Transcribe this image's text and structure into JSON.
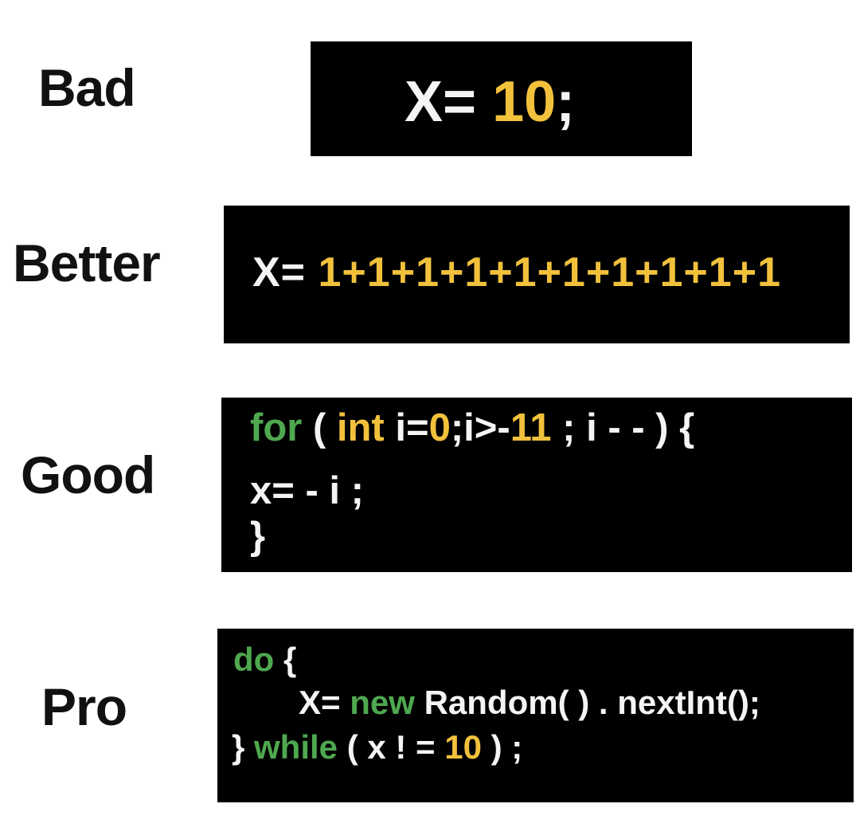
{
  "rows": [
    {
      "label": "Bad",
      "code": [
        {
          "w1": "X= ",
          "y1": "10",
          "w2": ";"
        }
      ]
    },
    {
      "label": "Better",
      "code": [
        {
          "w1": "X= ",
          "y1": "1+1+1+1+1+1+1+1+1+1"
        }
      ]
    },
    {
      "label": "Good",
      "code": [
        {
          "g1": "for",
          "w1": " ( ",
          "y1": "int",
          "w2": " i=",
          "y2": "0",
          "w3": ";i>-",
          "y3": "11",
          "w4": " ; i - - )  {"
        },
        {
          "w1": "x= - i ;"
        },
        {
          "w1": "}"
        }
      ]
    },
    {
      "label": "Pro",
      "code": [
        {
          "g1": "do",
          "w1": " {"
        },
        {
          "w1": "X= ",
          "g1": "new",
          "w2": " Random( ) . nextInt();"
        },
        {
          "w1": "} ",
          "g1": "while",
          "w2": " ( x ! = ",
          "y1": "10",
          "w3": " ) ;"
        }
      ]
    }
  ],
  "colors": {
    "background": "#ffffff",
    "code_background": "#000000",
    "keyword_green": "#4fa84f",
    "number_yellow": "#f2c13c",
    "code_white": "#f4f4f4",
    "label_black": "#111111"
  }
}
